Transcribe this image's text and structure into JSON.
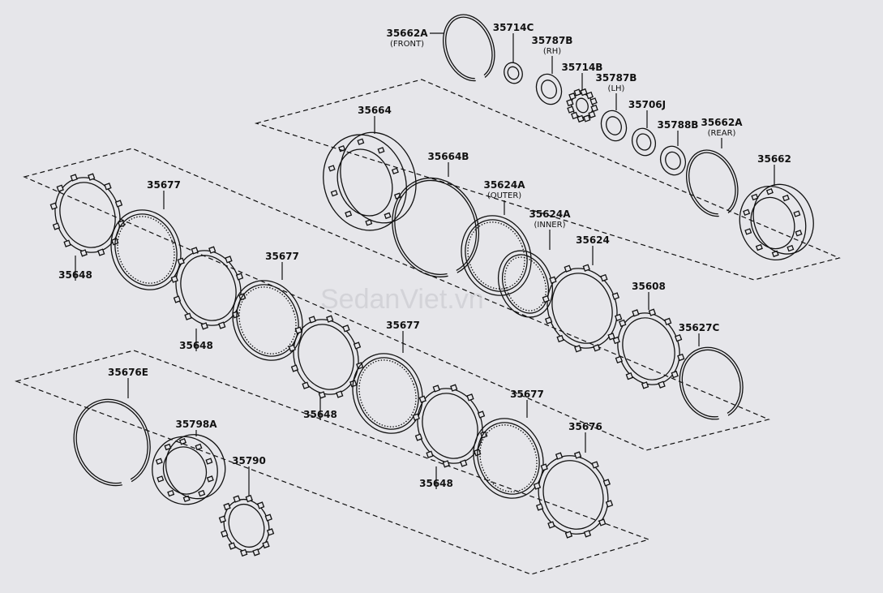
{
  "diagram": {
    "watermark": "SedanViet.vn",
    "parts": [
      {
        "number": "35662A",
        "note": "(FRONT)"
      },
      {
        "number": "35714C",
        "note": ""
      },
      {
        "number": "35787B",
        "note": "(RH)"
      },
      {
        "number": "35714B",
        "note": ""
      },
      {
        "number": "35787B",
        "note": "(LH)"
      },
      {
        "number": "35706J",
        "note": ""
      },
      {
        "number": "35788B",
        "note": ""
      },
      {
        "number": "35662A",
        "note": "(REAR)"
      },
      {
        "number": "35662",
        "note": ""
      },
      {
        "number": "35664",
        "note": ""
      },
      {
        "number": "35664B",
        "note": ""
      },
      {
        "number": "35624A",
        "note": "(OUTER)"
      },
      {
        "number": "35624A",
        "note": "(INNER)"
      },
      {
        "number": "35624",
        "note": ""
      },
      {
        "number": "35608",
        "note": ""
      },
      {
        "number": "35627C",
        "note": ""
      },
      {
        "number": "35648",
        "note": ""
      },
      {
        "number": "35677",
        "note": ""
      },
      {
        "number": "35648",
        "note": ""
      },
      {
        "number": "35677",
        "note": ""
      },
      {
        "number": "35648",
        "note": ""
      },
      {
        "number": "35677",
        "note": ""
      },
      {
        "number": "35648",
        "note": ""
      },
      {
        "number": "35677",
        "note": ""
      },
      {
        "number": "35676",
        "note": ""
      },
      {
        "number": "35676E",
        "note": ""
      },
      {
        "number": "35798A",
        "note": ""
      },
      {
        "number": "35790",
        "note": ""
      }
    ]
  }
}
